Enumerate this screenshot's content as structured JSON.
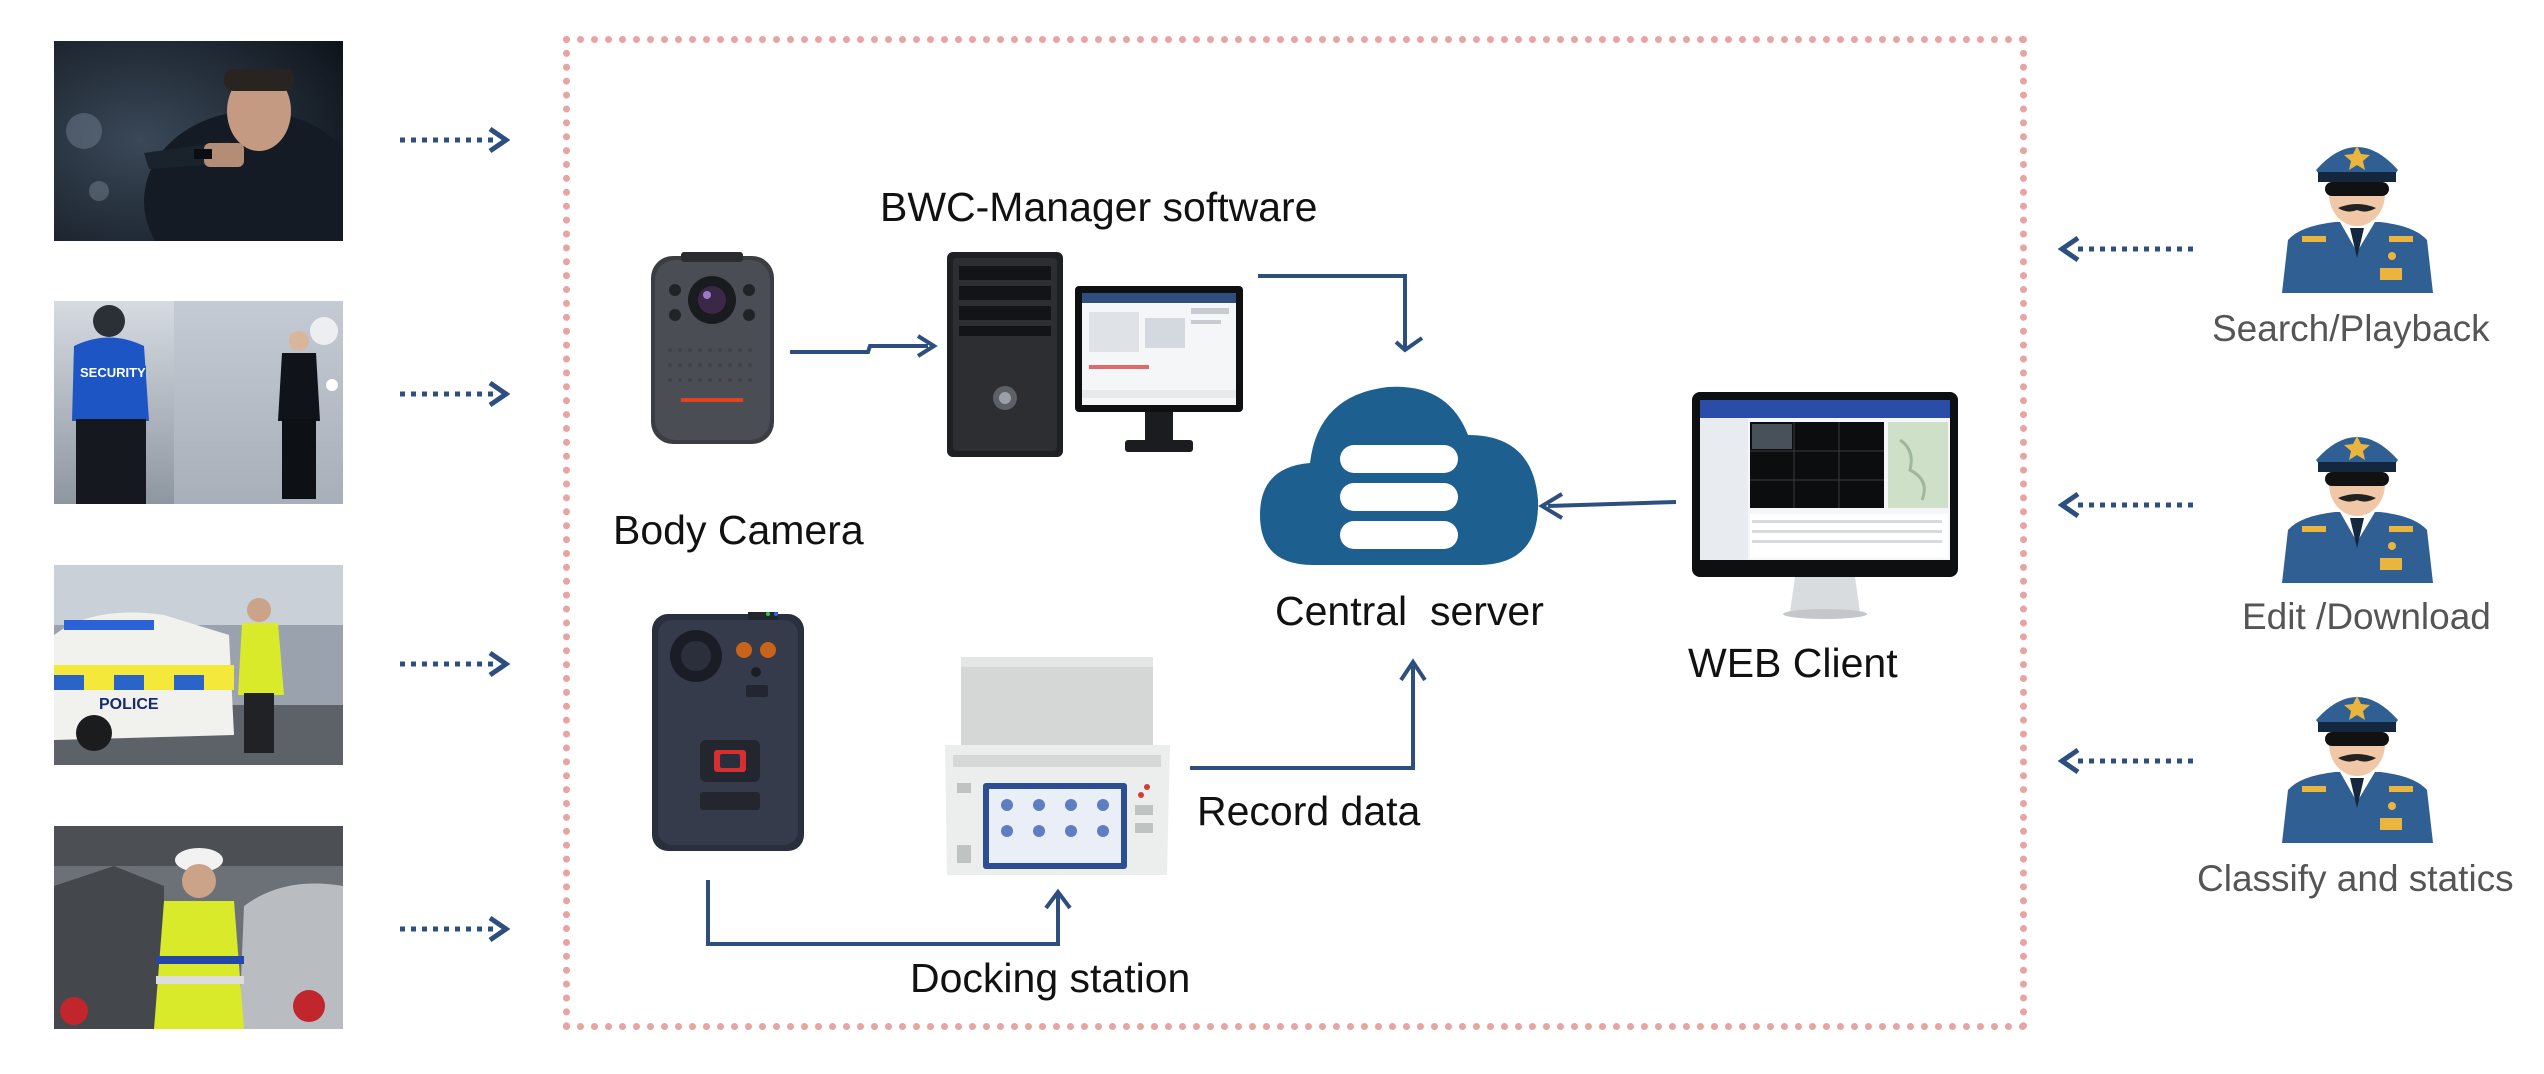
{
  "labels": {
    "bwc_manager": "BWC-Manager software",
    "body_camera": "Body Camera",
    "central_server": "Central  server",
    "web_client": "WEB Client",
    "record_data": "Record data",
    "docking_station": "Docking station"
  },
  "right_actions": [
    {
      "label": "Search/Playback"
    },
    {
      "label": "Edit /Download"
    },
    {
      "label": "Classify and statics"
    }
  ],
  "left_scenes": [
    {
      "icon": "officer-aiming-gun-photo"
    },
    {
      "icon": "security-guards-photo",
      "badge": "SECURITY"
    },
    {
      "icon": "police-car-officer-photo",
      "car_text": "POLICE"
    },
    {
      "icon": "traffic-officer-photo"
    }
  ],
  "colors": {
    "arrow": "#2d4f7f",
    "border": "#e8a3a3",
    "cloud": "#1d5f8e",
    "police_blue": "#2f5f93"
  }
}
